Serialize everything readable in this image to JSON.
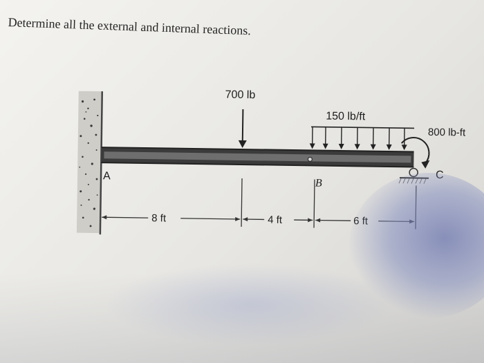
{
  "title": "Determine all the external and internal reactions.",
  "loads": {
    "point_load": "700 lb",
    "distributed_load": "150 lb/ft",
    "moment": "800 lb-ft"
  },
  "points": {
    "a": "A",
    "b": "B",
    "c": "C"
  },
  "dimensions": {
    "span_1": "8 ft",
    "span_2": "4 ft",
    "span_3": "6 ft"
  }
}
